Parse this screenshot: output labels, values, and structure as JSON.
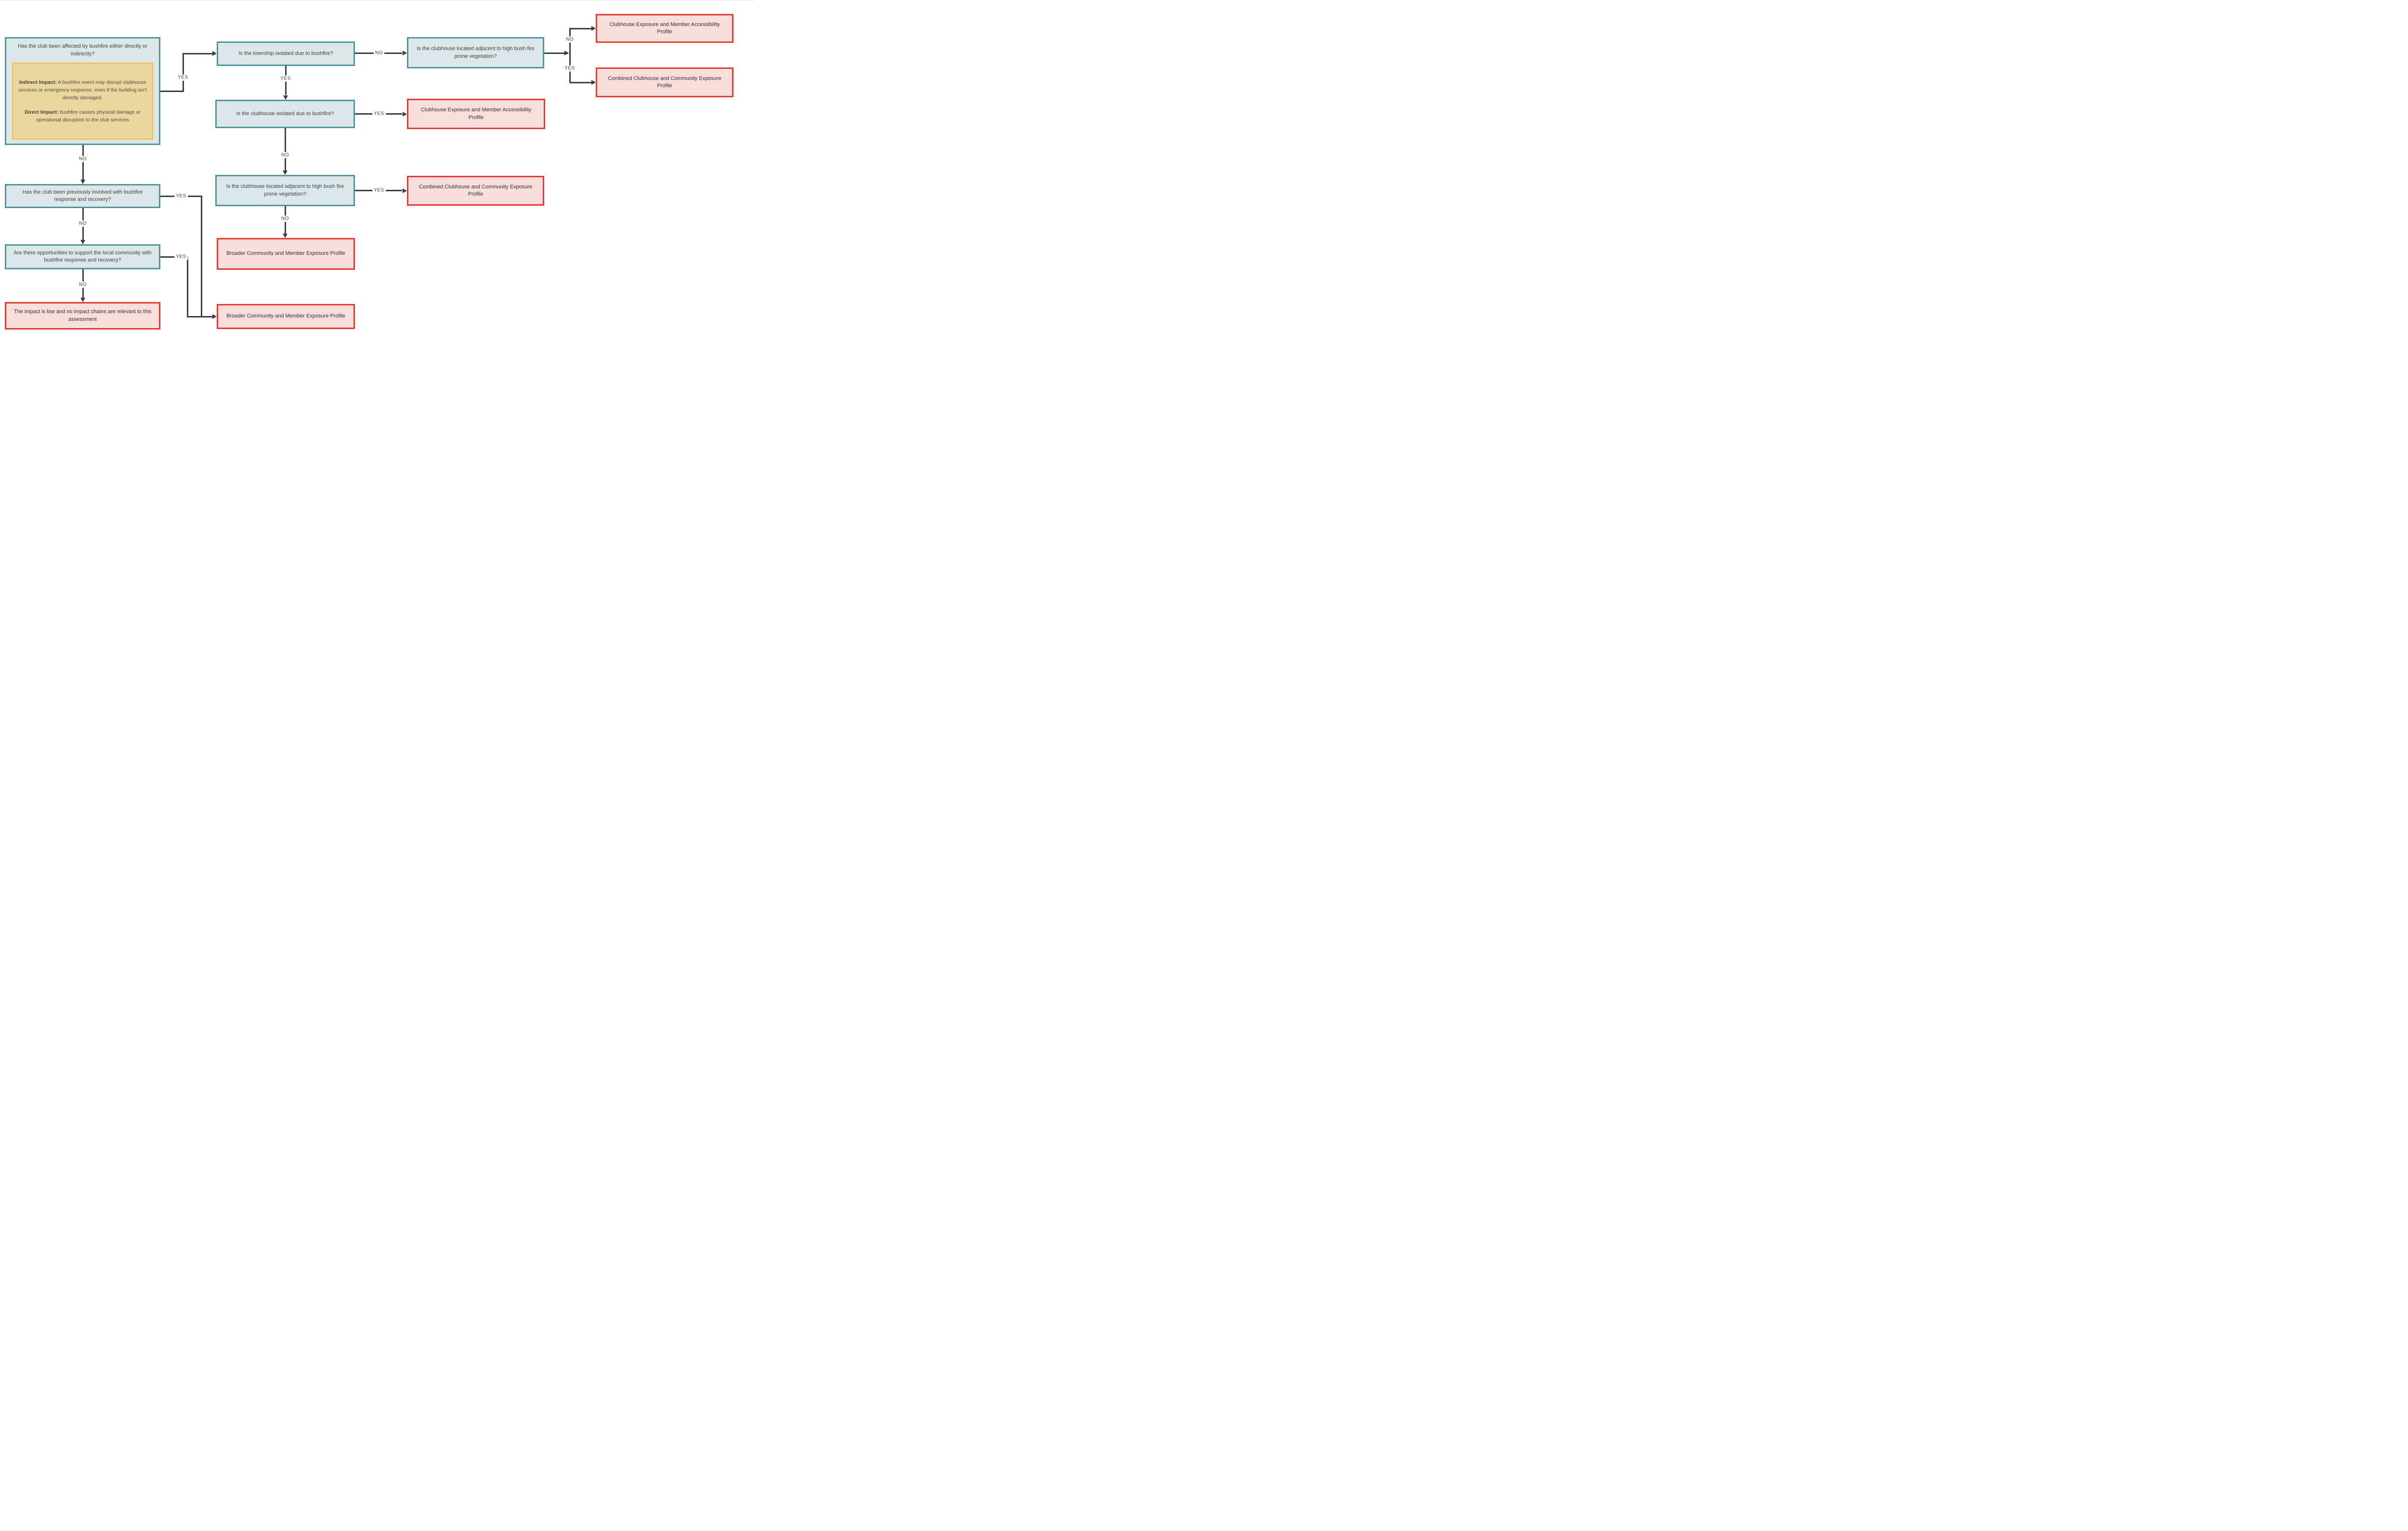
{
  "diagram": {
    "type": "flowchart",
    "topic": "Bushfire impact assessment decision tree"
  },
  "colors": {
    "question_fill": "#dde7ea",
    "question_border": "#4e989d",
    "result_fill": "#f9dcdc",
    "result_border": "#e8392e",
    "note_fill": "#ebd79e",
    "note_border": "#fbb84c",
    "connector": "#373c48"
  },
  "labels": {
    "yes": "YES",
    "no": "NO"
  },
  "nodes": {
    "affected": {
      "text": "Has the club been affected by bushfire either directly or indirectly?"
    },
    "note": {
      "indirect_label": "Indirect Impact:",
      "indirect_text": " A bushfire event may disrupt clubhouse services or emergency response, even if the building isn't directly damaged.",
      "direct_label": "Direct Impact:",
      "direct_text": " bushfire causes physical damage or operational disruption to the club services"
    },
    "township_isolated": {
      "text": "Is the township isolated due to bushfire?"
    },
    "adjacent_vegetation_top": {
      "text": "Is the clubhouse located adjacent to high bush fire prone vegetation?"
    },
    "clubhouse_profile_top": {
      "text": "Clubhouse Exposure and Member Accessibility Profile"
    },
    "combined_profile_top": {
      "text": "Combined Clubhouse and Community Exposure Profile"
    },
    "clubhouse_isolated": {
      "text": "Is the clubhouse isolated due to bushfire?"
    },
    "clubhouse_profile_mid": {
      "text": "Clubhouse Exposure and Member Accessibility Profile"
    },
    "adjacent_vegetation_mid": {
      "text": "Is the clubhouse located adjacent to high bush fire prone vegetation?"
    },
    "combined_profile_mid": {
      "text": "Combined Clubhouse and Community Exposure Profile"
    },
    "broader_profile_top": {
      "text": "Broader Community and Member Exposure Profile"
    },
    "broader_profile_bottom": {
      "text": "Broader Community and Member Exposure Profile"
    },
    "previously_involved": {
      "text": "Has the club been previously involved with bushfire response and recovery?"
    },
    "opportunities": {
      "text": "Are there opportunities to support the local community with bushfire response and recovery?"
    },
    "low_impact": {
      "text": "The impact is low and no impact chains are relevant to this assessment"
    }
  }
}
